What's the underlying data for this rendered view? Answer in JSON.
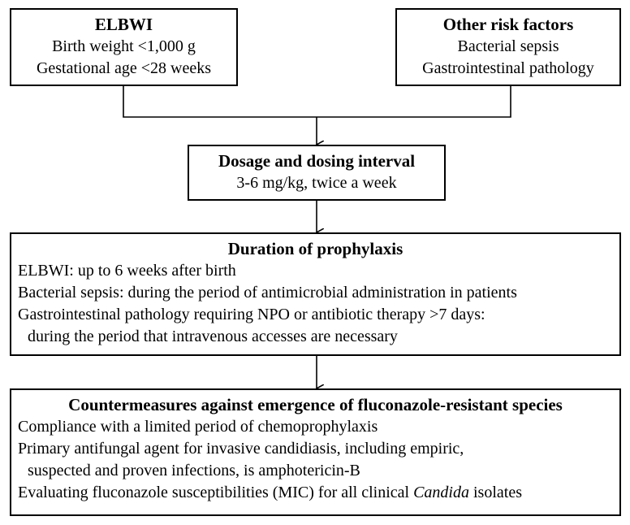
{
  "elbwi": {
    "title": "ELBWI",
    "lines": [
      "Birth weight <1,000 g",
      "Gestational age <28 weeks"
    ]
  },
  "other_risk": {
    "title": "Other risk factors",
    "lines": [
      "Bacterial sepsis",
      "Gastrointestinal pathology"
    ]
  },
  "dosage": {
    "title": "Dosage and dosing interval",
    "lines": [
      "3-6 mg/kg, twice a week"
    ]
  },
  "duration": {
    "title": "Duration of prophylaxis",
    "lines": [
      "ELBWI: up to 6 weeks after birth",
      "Bacterial sepsis: during the period of antimicrobial administration in patients",
      "Gastrointestinal pathology requiring NPO or antibiotic therapy >7 days:",
      "during the period that intravenous accesses are necessary"
    ]
  },
  "countermeasures": {
    "title": "Countermeasures against emergence of fluconazole-resistant species",
    "lines": [
      "Compliance with a limited period of chemoprophylaxis",
      "Primary antifungal agent for invasive candidiasis, including empiric,",
      "suspected and proven infections, is amphotericin-B"
    ],
    "last_line_before": "Evaluating fluconazole susceptibilities (MIC) for all clinical ",
    "last_line_italic": "Candida",
    "last_line_after": " isolates"
  }
}
